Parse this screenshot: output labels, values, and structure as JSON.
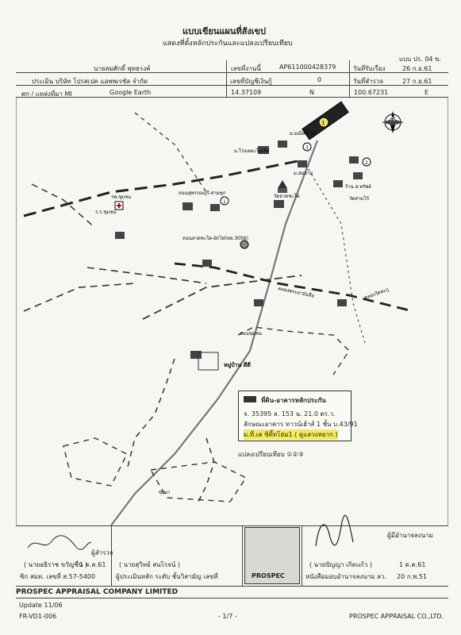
{
  "header": {
    "title": "แบบเขียนแผนที่สังเขป",
    "subtitle": "แสดงที่ตั้งหลักประกันและแปลงเปรียบเทียบ",
    "form_code": "แบบ ปร. 04 ข."
  },
  "info": {
    "owner": "นายสมศักดิ์ พุทธรงค์",
    "valuer": "ประเมิน บริษัท โปรสเปค แอพพเรซัล จำกัด",
    "map_source_label": "ศก / แหล่งที่มา MI",
    "map_source": "Google Earth",
    "job_no_label": "เลขที่งานนี้",
    "job_no": "AP611000428379",
    "account_label": "เลขที่บัญชีเงินกู้",
    "account": "0",
    "received_label": "วันที่รับเรื่อง",
    "received": "26 ก.ย.61",
    "survey_label": "วันที่สำรวจ",
    "survey": "27 ก.ย.61",
    "lat": "14.37109",
    "lat_dir": "N",
    "lon": "100.67231",
    "lon_dir": "E"
  },
  "map": {
    "labels": {
      "school": "ร.ร.ชุมชน",
      "hospital": "รพ.ชุมชน",
      "temple1": "วัดลาดชะโด",
      "temple_top": "ม.มณีหลี 10",
      "house_a": "ม.โรงเตยะไมเลิศ",
      "house_b": "ม.สมบาย",
      "road1": "ถนนลาดชะโด-ผักไห่(ทล.3056)",
      "road2": "ถนนสุพรรณบุรี-สามชุก",
      "road_main": "คลองพระยาบันลือ",
      "road_nameplate": "ถนนชุมชน",
      "village": "หมู่บ้าน ดีดี",
      "canal": "คลองวัดตะกู",
      "market": "วัดสามโก้",
      "shop": "ร้าน ส.ทรัพย์",
      "field": "ทุ่งนา",
      "north": "N",
      "p1": "1",
      "p2": "2",
      "p3": "3"
    }
  },
  "legend": {
    "title": "ที่ดิน-อาคารหลักประกัน",
    "line1": "จ. 35395 ล. 153 น. 21.0 ตร.ว.",
    "line2": "ลักษณะอาคาร ทาวน์เฮ้าส์ 1 ชั้น บ.43/91",
    "line3": "ม.ที่.เค ซิตี้ทโฮม1 ( ดูแลวงหยาก )",
    "comparison": "แปลงเปรียบเทียบ ①②③"
  },
  "signatures": {
    "left_role": "ผู้สำรวจ",
    "left_name": "( นายอธิราช ขวัญชื่น )",
    "left_date": "1 ต.ค.61",
    "left_license": "ซิก สมท. เลขที่ ส.57-5400",
    "mid_name": "( นายสุวิทย์ สนโรจน์ )",
    "mid_role": "ผู้ประเมินหลัก ระดับ ชั้นวิสามัญ เลขที่",
    "right_role": "ผู้มีอำนาจลงนาม",
    "right_name": "( นายปัญญา เกิดแก้ว )",
    "right_date": "1 ต.ค.61",
    "right_license": "หนังสือมอบอำนาจลงนาม ลว.",
    "right_license_date": "20 ก.พ.51",
    "stamp": "PROSPEC"
  },
  "footer": {
    "company": "PROSPEC APPRAISAL COMPANY LIMITED",
    "update": "Update 11/06",
    "form_id": "FR-VD1-006",
    "page": "- 1/7 -",
    "company_right": "PROSPEC APPRAISAL CO.,LTD."
  }
}
